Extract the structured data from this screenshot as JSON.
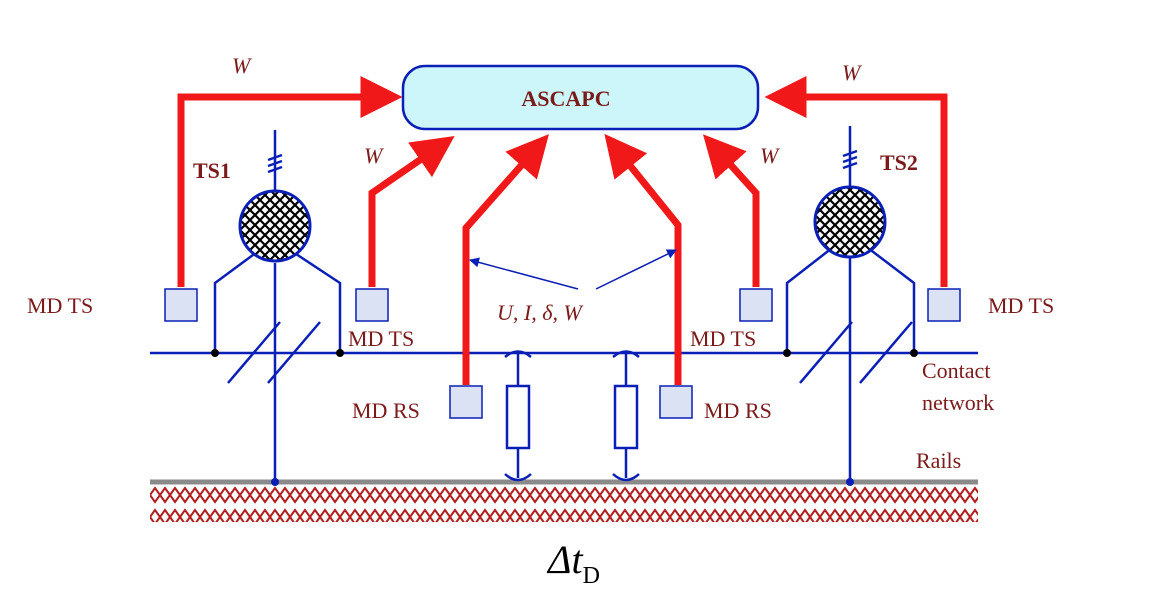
{
  "center_block": {
    "label": "ASCAPC"
  },
  "substations": {
    "left": "TS1",
    "right": "TS2"
  },
  "signal_labels": {
    "w_top_left": "W",
    "w_top_right": "W",
    "w_mid_left": "W",
    "w_mid_right": "W"
  },
  "measurement": {
    "params": "U, I, δ, W",
    "md_ts_outer_left": "MD TS",
    "md_ts_inner_left": "MD TS",
    "md_ts_inner_right": "MD TS",
    "md_ts_outer_right": "MD TS",
    "md_rs_left": "MD RS",
    "md_rs_right": "MD RS"
  },
  "network": {
    "contact_line1": "Contact",
    "contact_line2": "network",
    "rails": "Rails"
  },
  "formula": {
    "delta_t": "Δt",
    "subscript": "D"
  },
  "colors": {
    "signal": "#f01818",
    "wiring": "#0a1fb5",
    "text": "#7a1a1a",
    "block_fill": "#ccf6f9",
    "device_fill": "#dbe2f4"
  }
}
